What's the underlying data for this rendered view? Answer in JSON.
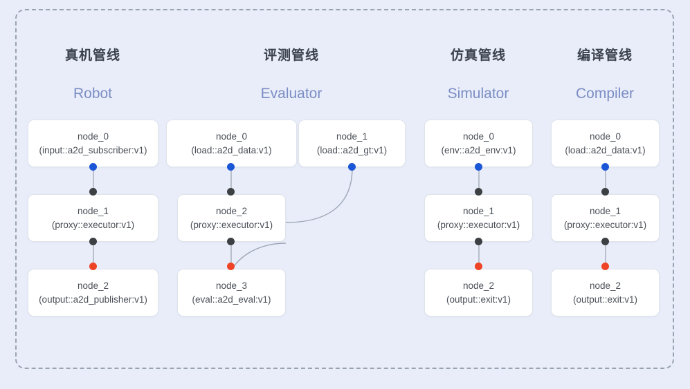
{
  "frame": {
    "border_color": "#9aa3b2",
    "background": "#e8edf9"
  },
  "palette": {
    "dot_blue": "#1a56d6",
    "dot_black": "#3c4043",
    "dot_red": "#ef4326",
    "header_en": "#7b8dc4",
    "header_cn": "#3b424d",
    "edge": "#b9bfcc"
  },
  "columns": [
    {
      "id": "robot",
      "title_cn": "真机管线",
      "title_en": "Robot",
      "nodes": [
        {
          "name": "node_0",
          "type": "(input::a2d_subscriber:v1)"
        },
        {
          "name": "node_1",
          "type": "(proxy::executor:v1)"
        },
        {
          "name": "node_2",
          "type": "(output::a2d_publisher:v1)"
        }
      ]
    },
    {
      "id": "evaluator",
      "title_cn": "评测管线",
      "title_en": "Evaluator",
      "nodes": [
        {
          "name": "node_0",
          "type": "(load::a2d_data:v1)"
        },
        {
          "name": "node_1",
          "type": "(load::a2d_gt:v1)"
        },
        {
          "name": "node_2",
          "type": "(proxy::executor:v1)"
        },
        {
          "name": "node_3",
          "type": "(eval::a2d_eval:v1)"
        }
      ]
    },
    {
      "id": "simulator",
      "title_cn": "仿真管线",
      "title_en": "Simulator",
      "nodes": [
        {
          "name": "node_0",
          "type": "(env::a2d_env:v1)"
        },
        {
          "name": "node_1",
          "type": "(proxy::executor:v1)"
        },
        {
          "name": "node_2",
          "type": "(output::exit:v1)"
        }
      ]
    },
    {
      "id": "compiler",
      "title_cn": "编译管线",
      "title_en": "Compiler",
      "nodes": [
        {
          "name": "node_0",
          "type": "(load::a2d_data:v1)"
        },
        {
          "name": "node_1",
          "type": "(proxy::executor:v1)"
        },
        {
          "name": "node_2",
          "type": "(output::exit:v1)"
        }
      ]
    }
  ]
}
